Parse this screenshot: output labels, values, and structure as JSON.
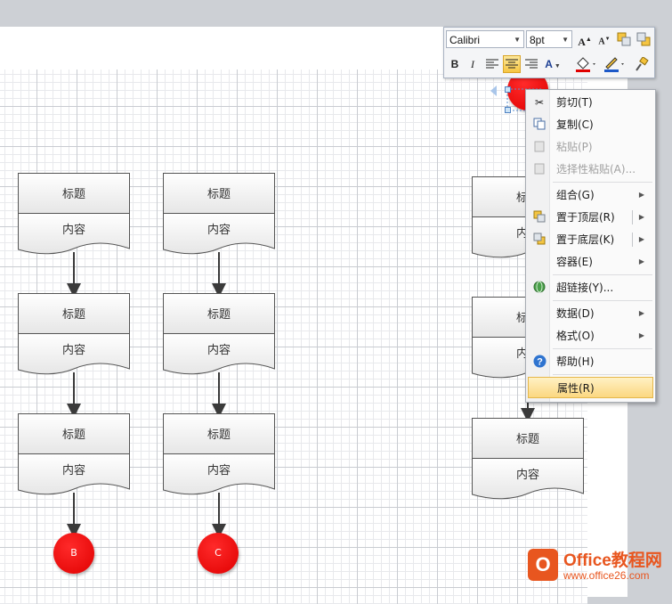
{
  "shape_labels": {
    "title": "标题",
    "content": "内容"
  },
  "connectors": {
    "b": "B",
    "c": "C"
  },
  "toolbar": {
    "font_name": "Calibri",
    "font_size": "8pt",
    "grow_font": "A",
    "shrink_font": "A",
    "bold": "B",
    "italic": "I",
    "font_color": "A"
  },
  "context_menu": {
    "cut": "剪切(T)",
    "copy": "复制(C)",
    "paste": "粘贴(P)",
    "paste_special": "选择性粘贴(A)...",
    "group": "组合(G)",
    "bring_to_front": "置于顶层(R)",
    "send_to_back": "置于底层(K)",
    "container": "容器(E)",
    "hyperlink": "超链接(Y)...",
    "data": "数据(D)",
    "format": "格式(O)",
    "help": "帮助(H)",
    "properties": "属性(R)"
  },
  "watermark": {
    "logo": "O",
    "brand": "Office教程网",
    "site": "www.office26.com"
  },
  "colors": {
    "accent_red": "#e00000",
    "menu_highlight": "#fbd780",
    "watermark": "#e8561f"
  }
}
